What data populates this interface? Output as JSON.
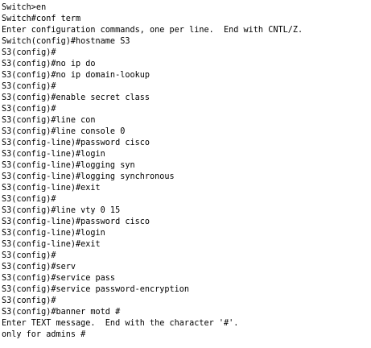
{
  "terminal": {
    "lines": [
      "Switch>en",
      "Switch#conf term",
      "Enter configuration commands, one per line.  End with CNTL/Z.",
      "Switch(config)#hostname S3",
      "S3(config)#",
      "S3(config)#no ip do",
      "S3(config)#no ip domain-lookup",
      "S3(config)#",
      "S3(config)#enable secret class",
      "S3(config)#",
      "S3(config)#line con",
      "S3(config)#line console 0",
      "S3(config-line)#password cisco",
      "S3(config-line)#login",
      "S3(config-line)#logging syn",
      "S3(config-line)#logging synchronous",
      "S3(config-line)#exit",
      "S3(config)#",
      "S3(config)#line vty 0 15",
      "S3(config-line)#password cisco",
      "S3(config-line)#login",
      "S3(config-line)#exit",
      "S3(config)#",
      "S3(config)#serv",
      "S3(config)#service pass",
      "S3(config)#service password-encryption",
      "S3(config)#",
      "S3(config)#banner motd #",
      "Enter TEXT message.  End with the character '#'.",
      "only for admins #"
    ]
  }
}
